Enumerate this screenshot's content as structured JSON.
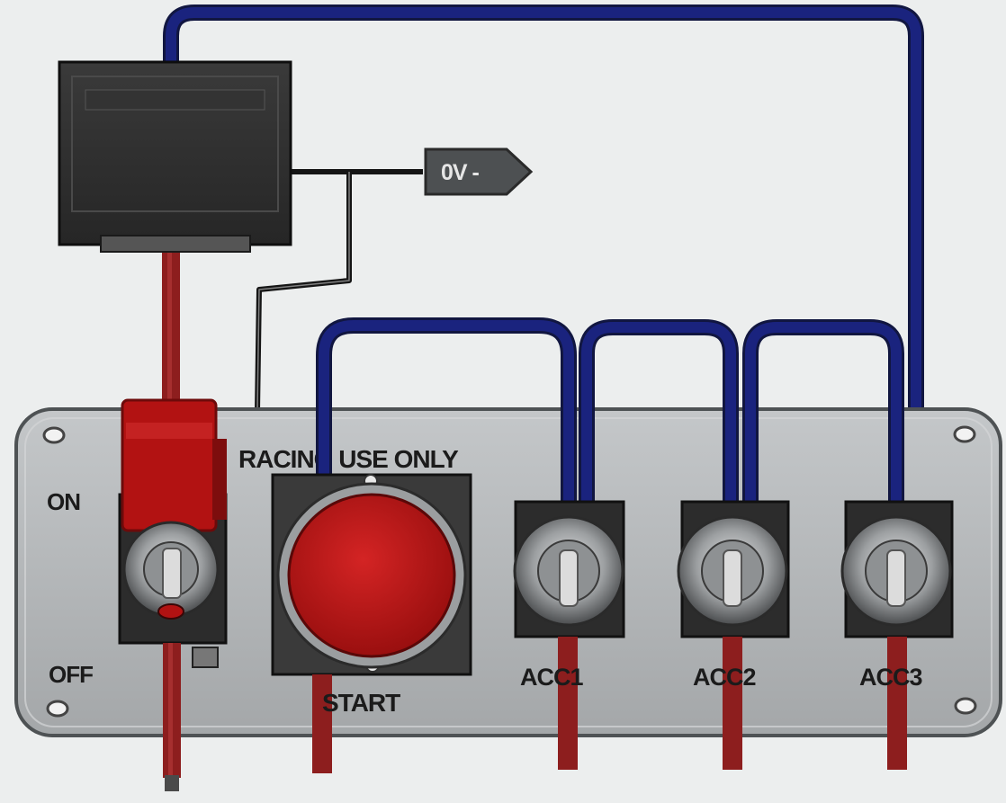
{
  "diagram": {
    "panel": {
      "warning": "RACING USE ONLY",
      "on_label": "ON",
      "off_label": "OFF"
    },
    "ground_tag": "0V -",
    "switches": [
      {
        "label": "START"
      },
      {
        "label": "ACC1"
      },
      {
        "label": "ACC2"
      },
      {
        "label": "ACC3"
      }
    ],
    "colors": {
      "positive_wire": "#8d1e1e",
      "jumper_wire": "#1a237e",
      "ground_wire": "#111111",
      "panel": "#b3b6b8",
      "start_button": "#c01818",
      "master_switch_cover": "#b21212"
    }
  }
}
